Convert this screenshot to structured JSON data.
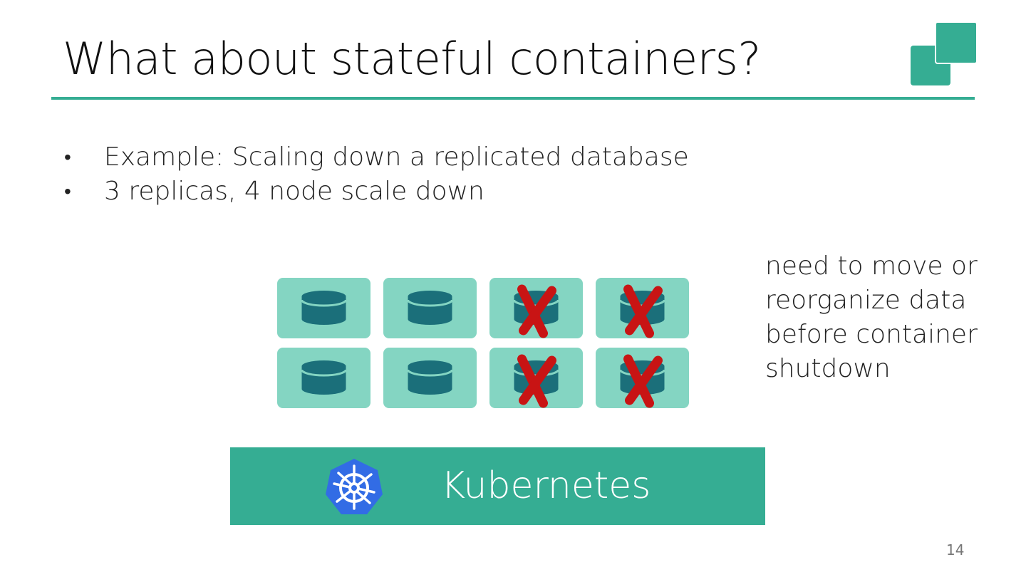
{
  "slide": {
    "title": "What about stateful containers?",
    "bullets": [
      "Example: Scaling down a replicated database",
      "3 replicas, 4 node scale down"
    ],
    "note_lines": [
      "need to move or",
      "reorganize data",
      "before container",
      "shutdown"
    ],
    "platform_label": "Kubernetes",
    "page_number": "14"
  },
  "diagram": {
    "columns": 4,
    "rows": 2,
    "removed_columns": [
      3,
      4
    ],
    "cells": [
      {
        "row": 1,
        "col": 1,
        "removed": false
      },
      {
        "row": 1,
        "col": 2,
        "removed": false
      },
      {
        "row": 1,
        "col": 3,
        "removed": true
      },
      {
        "row": 1,
        "col": 4,
        "removed": true
      },
      {
        "row": 2,
        "col": 1,
        "removed": false
      },
      {
        "row": 2,
        "col": 2,
        "removed": false
      },
      {
        "row": 2,
        "col": 3,
        "removed": true
      },
      {
        "row": 2,
        "col": 4,
        "removed": true
      }
    ]
  },
  "colors": {
    "accent": "#35ad93",
    "cell_fill": "#84d5c2",
    "database_icon": "#1b6f7a",
    "cross_mark": "#c81414",
    "kubernetes_blue": "#326ce5"
  },
  "icons": {
    "logo": "overlapping-squares-icon",
    "cell": "database-icon",
    "removed_marker": "red-x-icon",
    "platform": "kubernetes-helm-icon"
  }
}
